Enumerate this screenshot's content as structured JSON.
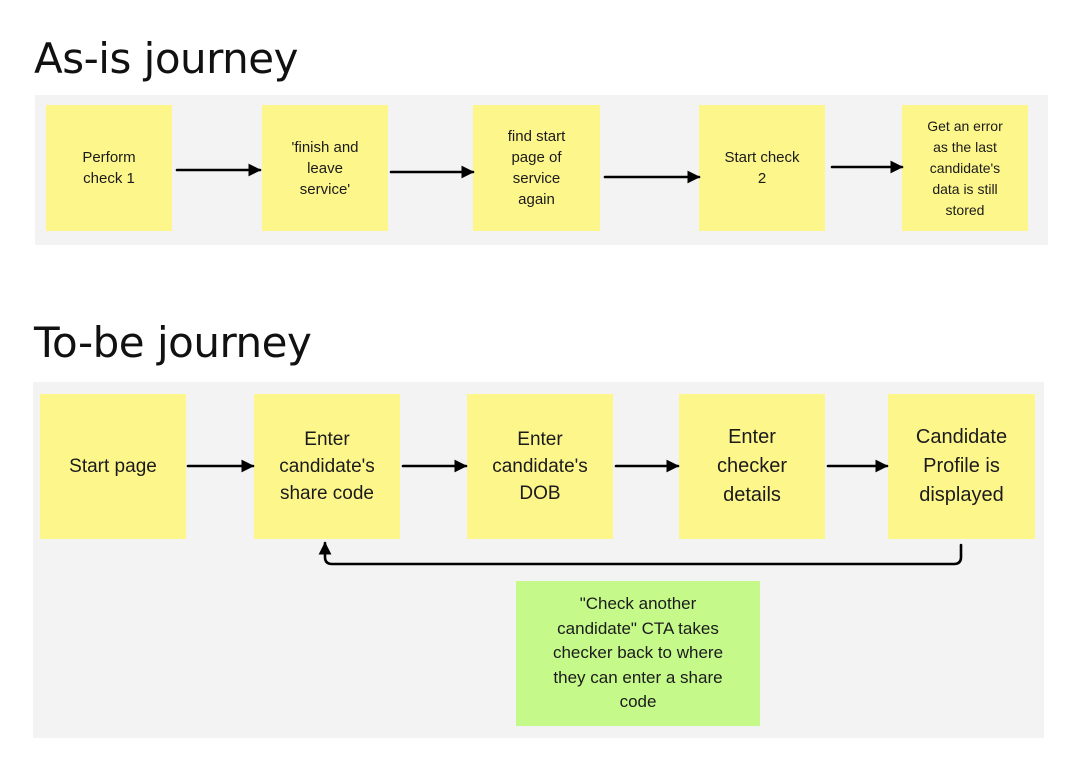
{
  "as_is": {
    "heading": "As-is journey",
    "notes": [
      "Perform\ncheck 1",
      "'finish and\nleave\nservice'",
      "find start\npage of\nservice\nagain",
      "Start check\n2",
      "Get an error\nas the last\ncandidate's\ndata is still\nstored"
    ]
  },
  "to_be": {
    "heading": "To-be journey",
    "notes": [
      "Start page",
      "Enter\ncandidate's\nshare code",
      "Enter\ncandidate's\nDOB",
      "Enter\nchecker\ndetails",
      "Candidate\nProfile is\ndisplayed"
    ],
    "callout": "\"Check another\ncandidate\" CTA takes\nchecker back to where\nthey can enter a share\ncode"
  },
  "colors": {
    "sticky_yellow": "#fdf68b",
    "sticky_green": "#c5f98a",
    "board_background": "#f3f3f3",
    "arrow": "#000000"
  }
}
